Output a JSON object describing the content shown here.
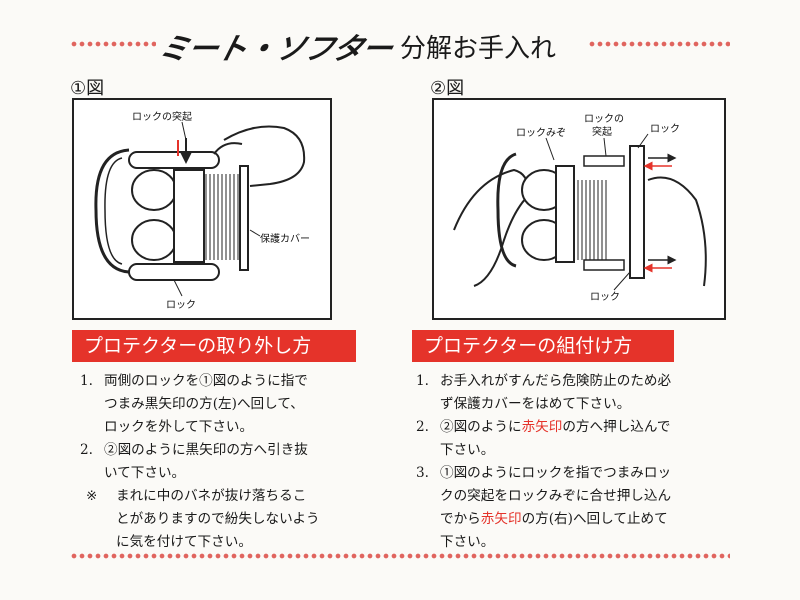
{
  "header": {
    "brand": "ミート・ソフター",
    "subtitle": "分解お手入れ"
  },
  "figure1": {
    "label": "①図",
    "callouts": {
      "lock_protrusion": "ロックの突起",
      "cover": "保護カバー",
      "lock": "ロック"
    }
  },
  "figure2": {
    "label": "②図",
    "callouts": {
      "lock_groove": "ロックみぞ",
      "lock_protrusion_1": "ロックの",
      "lock_protrusion_2": "突起",
      "lock_top": "ロック",
      "lock_bottom": "ロック"
    }
  },
  "removal": {
    "heading": "プロテクターの取り外し方",
    "steps": [
      {
        "num": "1.",
        "lines": [
          "両側のロックを①図のように指で",
          "つまみ黒矢印の方(左)へ回して、",
          "ロックを外して下さい。"
        ]
      },
      {
        "num": "2.",
        "lines": [
          "②図のように黒矢印の方へ引き抜",
          "いて下さい。"
        ]
      },
      {
        "num": "※",
        "lines": [
          "まれに中のバネが抜け落ちるこ",
          "とがありますので紛失しないよう",
          "に気を付けて下さい。"
        ]
      }
    ]
  },
  "assembly": {
    "heading": "プロテクターの組付け方",
    "step1": {
      "num": "1.",
      "lines": [
        "お手入れがすんだら危険防止のため必",
        "ず保護カバーをはめて下さい。"
      ]
    },
    "step2": {
      "num": "2.",
      "line1_pre": "②図のように",
      "line1_red": "赤矢印",
      "line1_post": "の方へ押し込んで",
      "line2": "下さい。"
    },
    "step3": {
      "num": "3.",
      "line1": "①図のようにロックを指でつまみロッ",
      "line2": "クの突起をロックみぞに合せ押し込ん",
      "line3_pre": "でから",
      "line3_red": "赤矢印",
      "line3_post": "の方(右)へ回して止めて",
      "line4": "下さい。"
    }
  },
  "colors": {
    "accent_red": "#e5332a",
    "dot_red": "#e0655f"
  }
}
